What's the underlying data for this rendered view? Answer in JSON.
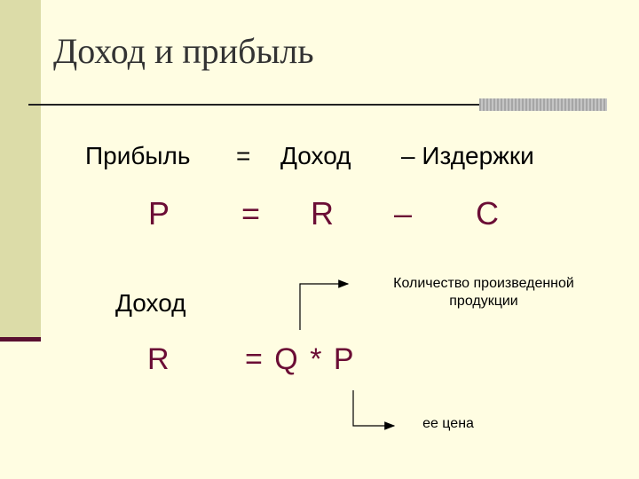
{
  "slide": {
    "title": "Доход и прибыль",
    "equation1_words": {
      "profit": "Прибыль",
      "equals": "=",
      "revenue": "Доход",
      "minus": "– Издержки"
    },
    "equation1_symbols": {
      "p": "P",
      "equals": "=",
      "r": "R",
      "minus": "–",
      "c": "C"
    },
    "revenue_label": "Доход",
    "equation2": {
      "r": "R",
      "rhs": "= Q * P"
    },
    "annotations": {
      "quantity_line1": "Количество произведенной",
      "quantity_line2": "продукции",
      "price": "ее цена"
    },
    "colors": {
      "background": "#fffde2",
      "accent_bar": "#dcdca8",
      "formula_text": "#6b0d35"
    }
  }
}
